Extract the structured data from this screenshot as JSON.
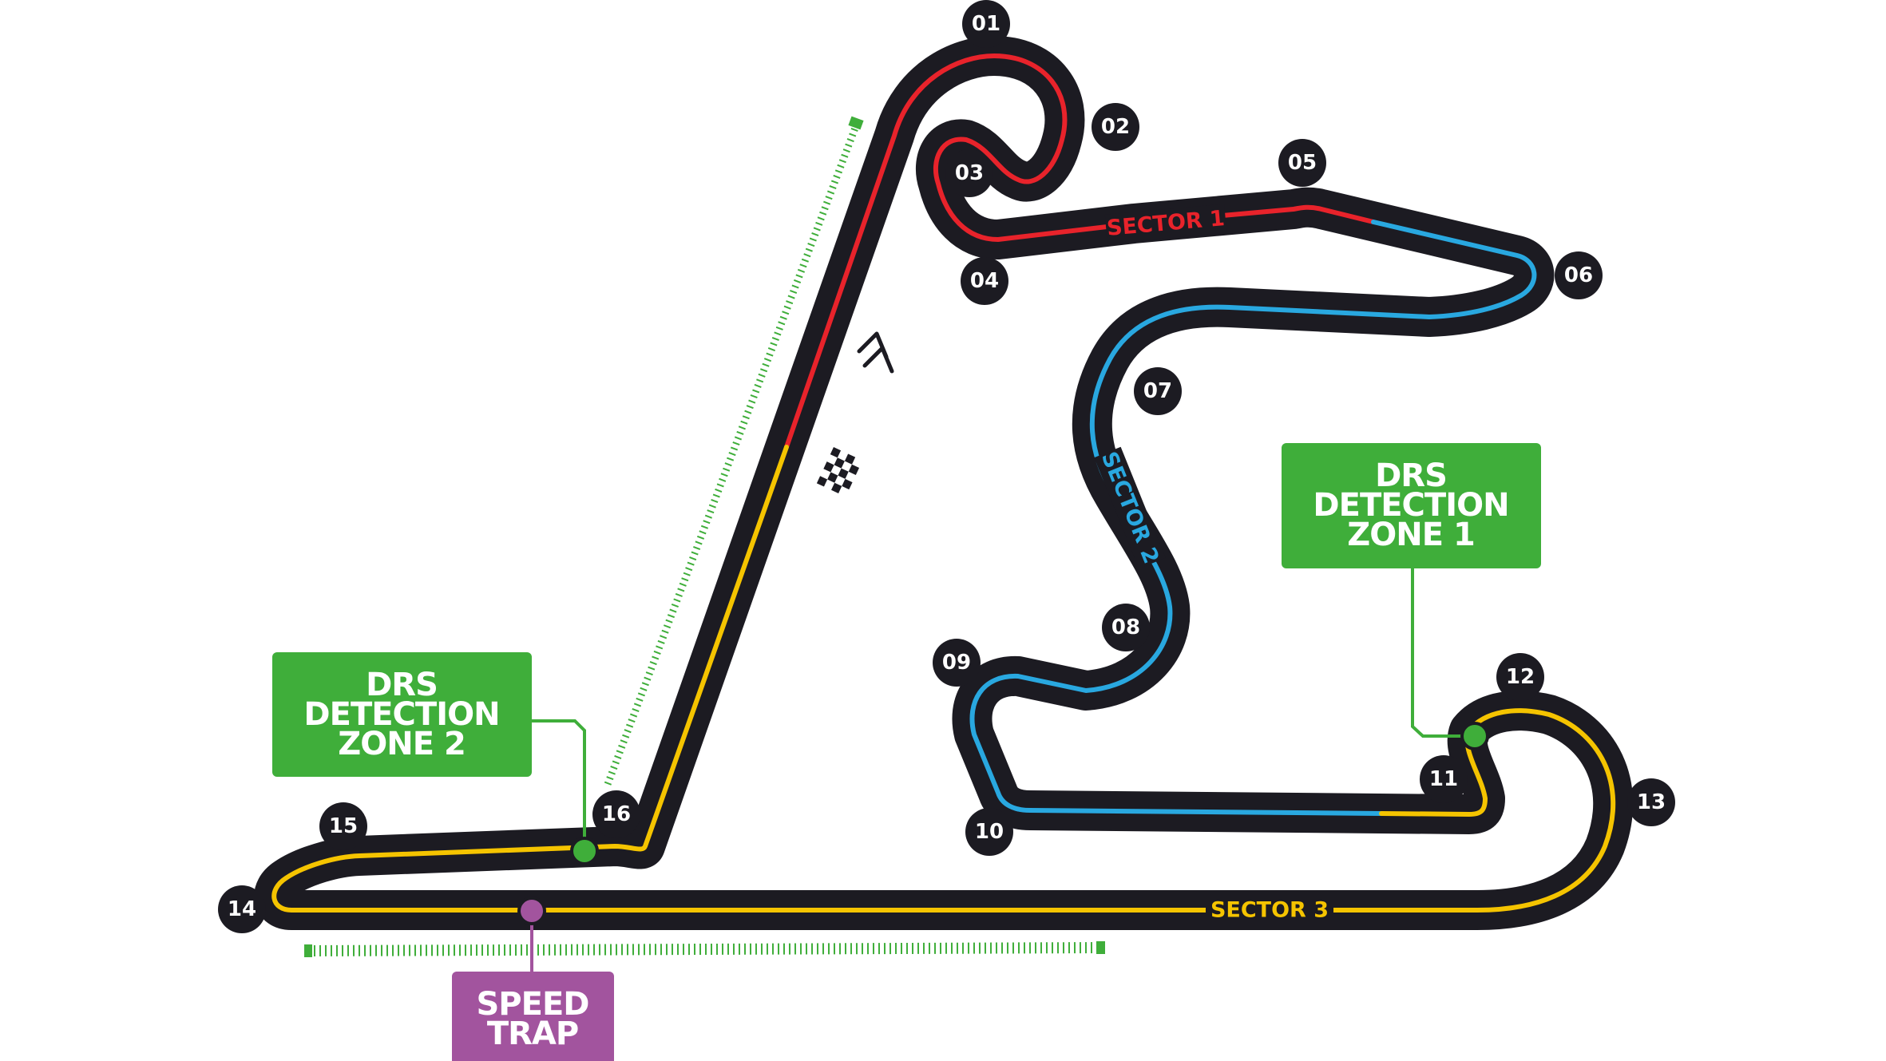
{
  "colors": {
    "track": "#1c1b22",
    "sector1": "#e8232b",
    "sector2": "#29a8e0",
    "sector3": "#f5c400",
    "drs_zone": "#3fae3a",
    "speed_trap": "#a2549e",
    "turn_badge": "#1c1b22"
  },
  "turns": [
    "01",
    "02",
    "03",
    "04",
    "05",
    "06",
    "07",
    "08",
    "09",
    "10",
    "11",
    "12",
    "13",
    "14",
    "15",
    "16"
  ],
  "sectors": {
    "s1": "SECTOR 1",
    "s2": "SECTOR 2",
    "s3": "SECTOR 3"
  },
  "drs_detection_1": {
    "line1": "DRS",
    "line2": "DETECTION",
    "line3": "ZONE 1"
  },
  "drs_detection_2": {
    "line1": "DRS",
    "line2": "DETECTION",
    "line3": "ZONE 2"
  },
  "speed_trap": {
    "line1": "SPEED",
    "line2": "TRAP"
  },
  "icons": [
    "direction-chevrons-icon",
    "chequered-flag-icon"
  ]
}
